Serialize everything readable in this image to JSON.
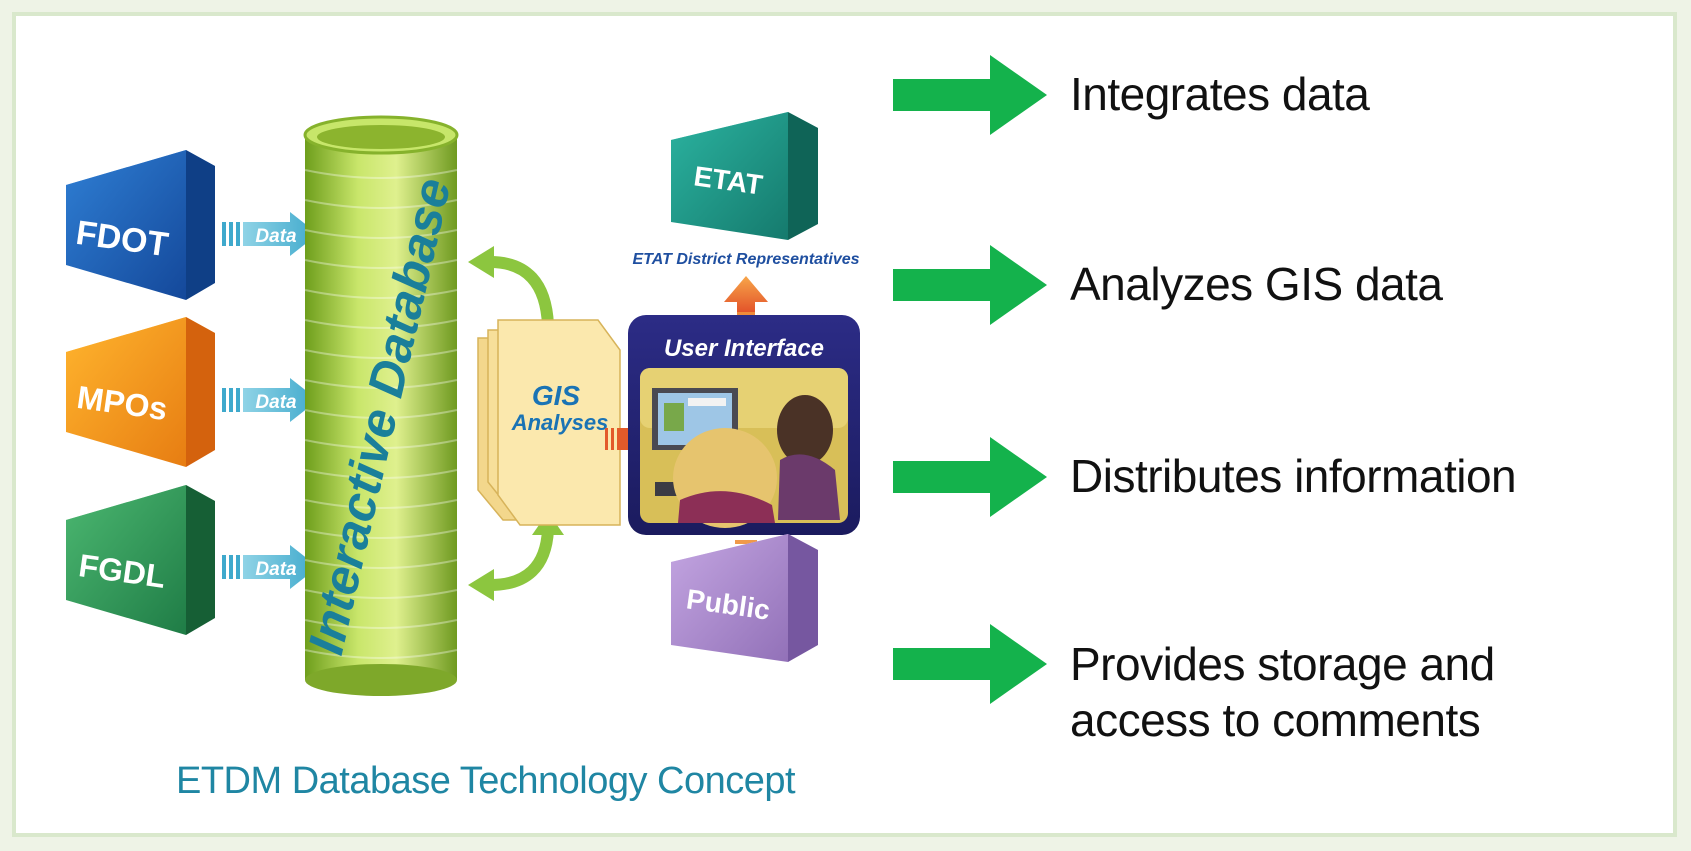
{
  "sources": [
    {
      "label": "FDOT",
      "arrow_label": "Data"
    },
    {
      "label": "MPOs",
      "arrow_label": "Data"
    },
    {
      "label": "FGDL",
      "arrow_label": "Data"
    }
  ],
  "database": {
    "label": "Interactive Database"
  },
  "analyses": {
    "line1": "GIS",
    "line2": "Analyses"
  },
  "etat": {
    "label": "ETAT",
    "caption": "ETAT District Representatives"
  },
  "user_interface": {
    "label": "User Interface"
  },
  "public": {
    "label": "Public"
  },
  "caption": "ETDM Database Technology Concept",
  "functions": [
    {
      "text": "Integrates data"
    },
    {
      "text": "Analyzes GIS data"
    },
    {
      "text": "Distributes information"
    },
    {
      "text": "Provides storage and access to comments"
    }
  ],
  "colors": {
    "fdot": "#1a5fb4",
    "mpos": "#f29a1a",
    "fgdl": "#2e9a5c",
    "etat": "#1f9a8a",
    "public": "#a889c9",
    "database": "#a6cf4a",
    "arrow_green": "#14b24c",
    "caption": "#1f86a3"
  }
}
